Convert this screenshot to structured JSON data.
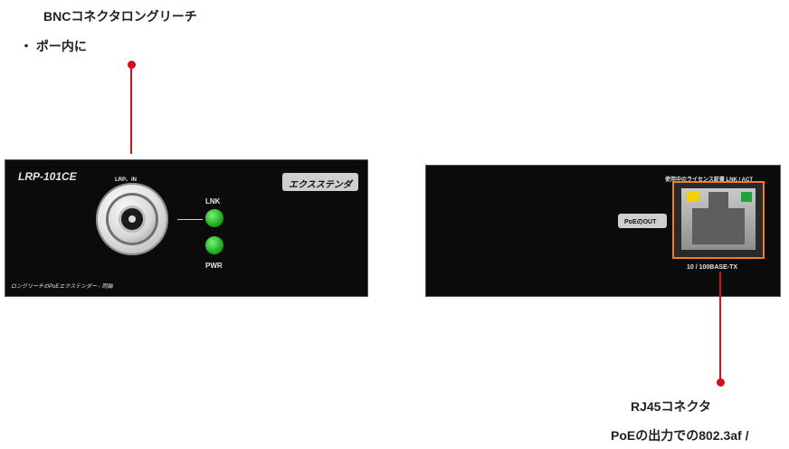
{
  "callouts": {
    "bnc": {
      "title": "BNCコネクタロングリーチ",
      "subtitle": "・ ポー内に"
    },
    "rj45": {
      "title": "RJ45コネクタ",
      "subtitle": "PoEの出力での802.3af /"
    }
  },
  "front_panel": {
    "model": "LRP-101CE",
    "bnc_label": "LRP、IN",
    "badge": "エクスステンダー",
    "led_labels": [
      "LNK",
      "PWR"
    ],
    "footer": "ロングリーチのPoEエクステンダー - 同軸"
  },
  "rear_panel": {
    "top_label": "使用中のライセンス証書 LNK / ACT",
    "badge": "PoEのOUT",
    "port_label": "10 / 100BASE-TX"
  },
  "colors": {
    "callout_red": "#d40f1a",
    "panel_black": "#0b0b0b",
    "led_green": "#24b325",
    "port_frame_orange": "#f07a25",
    "activity_yellow": "#f5d000",
    "link_green": "#1fa33a"
  }
}
